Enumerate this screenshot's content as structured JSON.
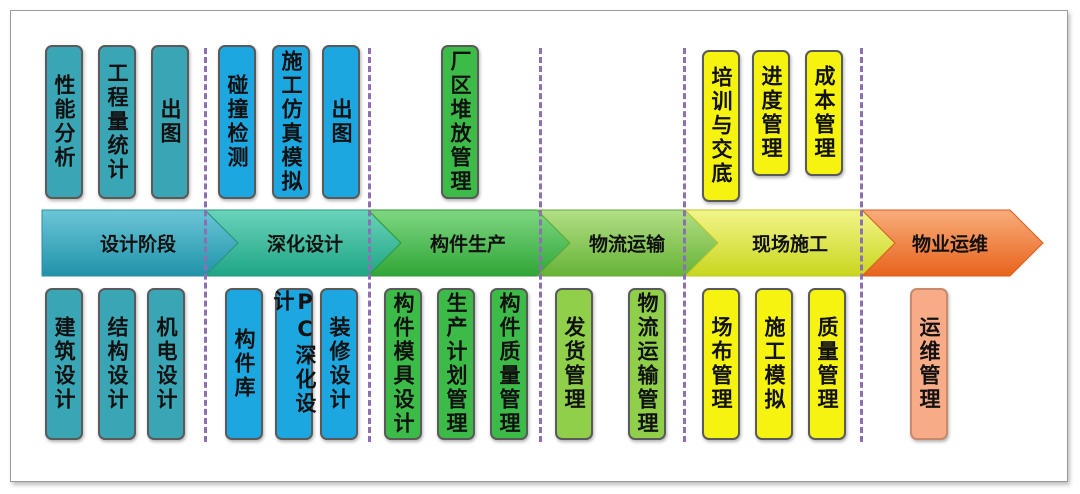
{
  "colors": {
    "teal": "#3aa6b5",
    "blue": "#1da7e0",
    "green": "#3dbb48",
    "lime": "#8fcf4a",
    "yellow": "#f5f30f",
    "orange": "#f7ab86"
  },
  "stages": [
    {
      "label": "设计阶段",
      "color": "#2fa7bd"
    },
    {
      "label": "深化设计",
      "color": "#2fb99a"
    },
    {
      "label": "构件生产",
      "color": "#3ebb45"
    },
    {
      "label": "物流运输",
      "color": "#7cc94b"
    },
    {
      "label": "现场施工",
      "color": "#d6e32a"
    },
    {
      "label": "物业运维",
      "color": "#f07a2e"
    }
  ],
  "top_cards": {
    "design": [
      "性能分析",
      "工程量统计",
      "出图"
    ],
    "detail": [
      "碰撞检测",
      "施工仿真模拟",
      "出图"
    ],
    "production": [
      "厂区堆放管理"
    ],
    "site": [
      "培训与交底",
      "进度管理",
      "成本管理"
    ]
  },
  "bottom_cards": {
    "design": [
      "建筑设计",
      "结构设计",
      "机电设计"
    ],
    "detail": [
      "构件库",
      "PC深化设计",
      "装修设计"
    ],
    "production": [
      "构件模具设计",
      "生产计划管理",
      "构件质量管理"
    ],
    "logistics": [
      "发货管理",
      "物流运输管理"
    ],
    "site": [
      "场布管理",
      "施工模拟",
      "质量管理"
    ],
    "ops": [
      "运维管理"
    ]
  }
}
